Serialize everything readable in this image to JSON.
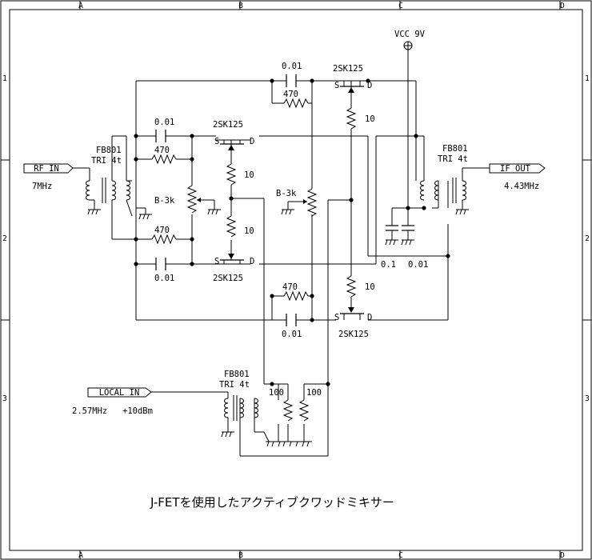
{
  "title": "J-FETを使用したアクティブクワッドミキサー",
  "border": {
    "columns": [
      "A",
      "B",
      "C",
      "D"
    ],
    "rows": [
      "1",
      "2",
      "3"
    ]
  },
  "ports": {
    "rf_in": {
      "label": "RF IN",
      "freq": "7MHz"
    },
    "if_out": {
      "label": "IF OUT",
      "freq": "4.43MHz"
    },
    "local_in": {
      "label": "LOCAL IN",
      "freq": "2.57MHz",
      "level": "+10dBm"
    },
    "vcc": "VCC 9V"
  },
  "transformers": {
    "rf": {
      "part": "FB801",
      "winding": "TRI 4t"
    },
    "if": {
      "part": "FB801",
      "winding": "TRI 4t"
    },
    "lo": {
      "part": "FB801",
      "winding": "TRI 4t"
    }
  },
  "fets": {
    "q1": {
      "part": "2SK125",
      "source": "S",
      "drain": "D"
    },
    "q2": {
      "part": "2SK125",
      "source": "S",
      "drain": "D"
    },
    "q3": {
      "part": "2SK125",
      "source": "S",
      "drain": "D"
    },
    "q4": {
      "part": "2SK125",
      "source": "S",
      "drain": "D"
    }
  },
  "components": {
    "c_top": "0.01",
    "r_top": "470",
    "c_upper": "0.01",
    "r_upper": "470",
    "r_lower": "470",
    "c_lower": "0.01",
    "r_bottom": "470",
    "c_bottom": "0.01",
    "pot_left": "B-3k",
    "pot_right": "B-3k",
    "r_gate_1": "10",
    "r_gate_2": "10",
    "r_gate_3": "10",
    "r_gate_4": "10",
    "c_dec_1": "0.1",
    "c_dec_2": "0.01",
    "r_lo_1": "100",
    "r_lo_2": "100"
  }
}
